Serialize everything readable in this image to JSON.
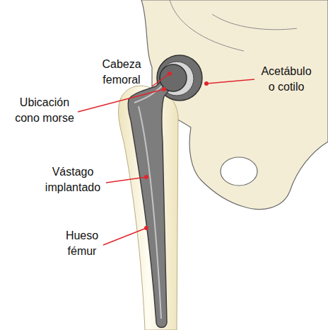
{
  "diagram": {
    "labels": [
      "Cabeza femoral",
      "Acetábulo o cotilo",
      "Ubicación cono morse",
      "Vástago implantado",
      "Hueso fémur"
    ]
  }
}
